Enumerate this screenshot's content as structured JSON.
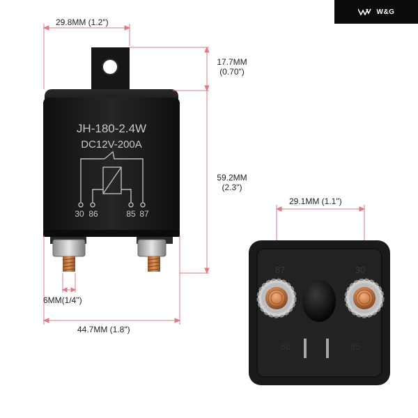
{
  "brand": {
    "name": "W&G",
    "logo_icon": "wg-chevron-logo-icon"
  },
  "relay": {
    "model_line": "JH-180-2.4W",
    "rating_line": "DC12V-200A",
    "pins_left": [
      "30",
      "86"
    ],
    "pins_right": [
      "85",
      "87"
    ]
  },
  "bottom_view": {
    "pin_labels_top": [
      "87",
      "30"
    ],
    "pin_labels_bottom": [
      "86",
      "85"
    ]
  },
  "dimensions": {
    "width_top": "29.8MM (1.2\")",
    "bracket_height_mm": "17.7MM",
    "bracket_height_in": "(0.70\")",
    "body_height_mm": "59.2MM",
    "body_height_in": "(2.3\")",
    "terminal_width": "6MM(1/4\")",
    "width_bottom": "44.7MM (1.8\")",
    "terminal_spacing": "29.1MM (1.1\")"
  },
  "colors": {
    "dimension_line": "#e07a86",
    "relay_body": "#1a1a1a",
    "brand_bar": "#0b0b0b",
    "copper": "#c97a46"
  }
}
